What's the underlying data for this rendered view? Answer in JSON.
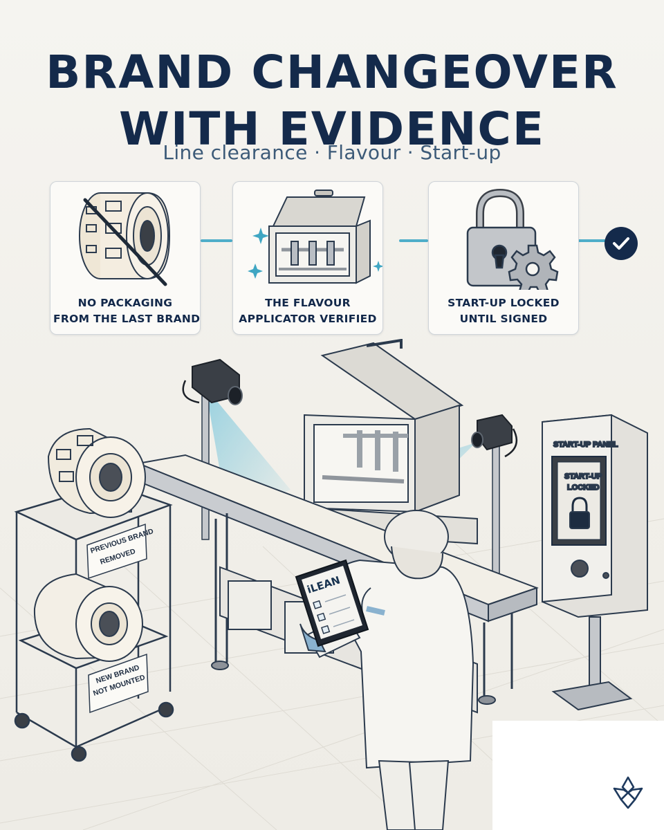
{
  "title": {
    "line1": "BRAND CHANGEOVER",
    "line2": "WITH EVIDENCE"
  },
  "subtitle": "Line clearance · Flavour · Start-up",
  "steps": [
    {
      "icon": "packaging-roll-crossed-icon",
      "caption_line1": "NO PACKAGING",
      "caption_line2": "FROM THE LAST BRAND"
    },
    {
      "icon": "flavour-applicator-icon",
      "caption_line1": "THE FLAVOUR",
      "caption_line2": "APPLICATOR VERIFIED"
    },
    {
      "icon": "lock-gear-icon",
      "caption_line1": "START-UP LOCKED",
      "caption_line2": "UNTIL SIGNED"
    }
  ],
  "completion_icon": "checkmark-icon",
  "scene": {
    "cart_label_top_line1": "PREVIOUS BRAND",
    "cart_label_top_line2": "REMOVED",
    "cart_label_bottom_line1": "NEW BRAND",
    "cart_label_bottom_line2": "NOT MOUNTED",
    "panel_title": "START-UP PANEL",
    "panel_screen_line1": "START-UP",
    "panel_screen_line2": "LOCKED",
    "tablet_app": "iLEAN"
  },
  "colors": {
    "navy": "#142a4b",
    "accent_teal": "#4eaec9",
    "background": "#f3f1ec"
  }
}
